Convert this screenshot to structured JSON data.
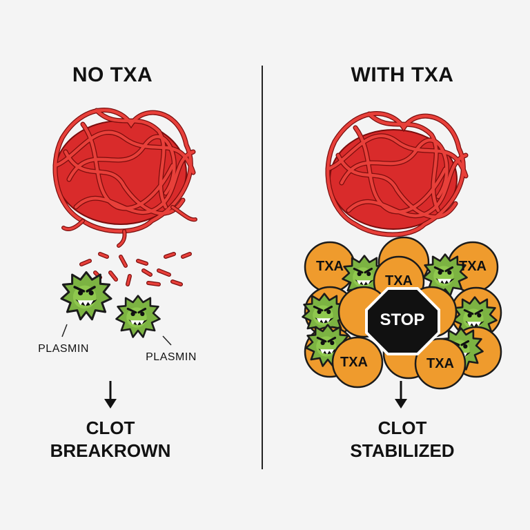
{
  "left_panel": {
    "heading": "NO TXA",
    "plasmin_labels": [
      "PLASMIN",
      "PLASMIN"
    ],
    "result_line1": "CLOT",
    "result_line2": "BREAKROWN"
  },
  "right_panel": {
    "heading": "WITH TXA",
    "txa_label": "TXA",
    "stop_sign": "STOP",
    "result_line1": "CLOT",
    "result_line2": "STABILIZED"
  },
  "colors": {
    "fibrin": "#d92b2b",
    "plasmin": "#7cb342",
    "txa": "#ef9b2d",
    "stop": "#111111",
    "divider": "#222222"
  },
  "icons": {
    "arrow": "down-arrow-icon",
    "stop": "stop-sign-icon",
    "enzyme": "plasmin-monster-icon"
  }
}
